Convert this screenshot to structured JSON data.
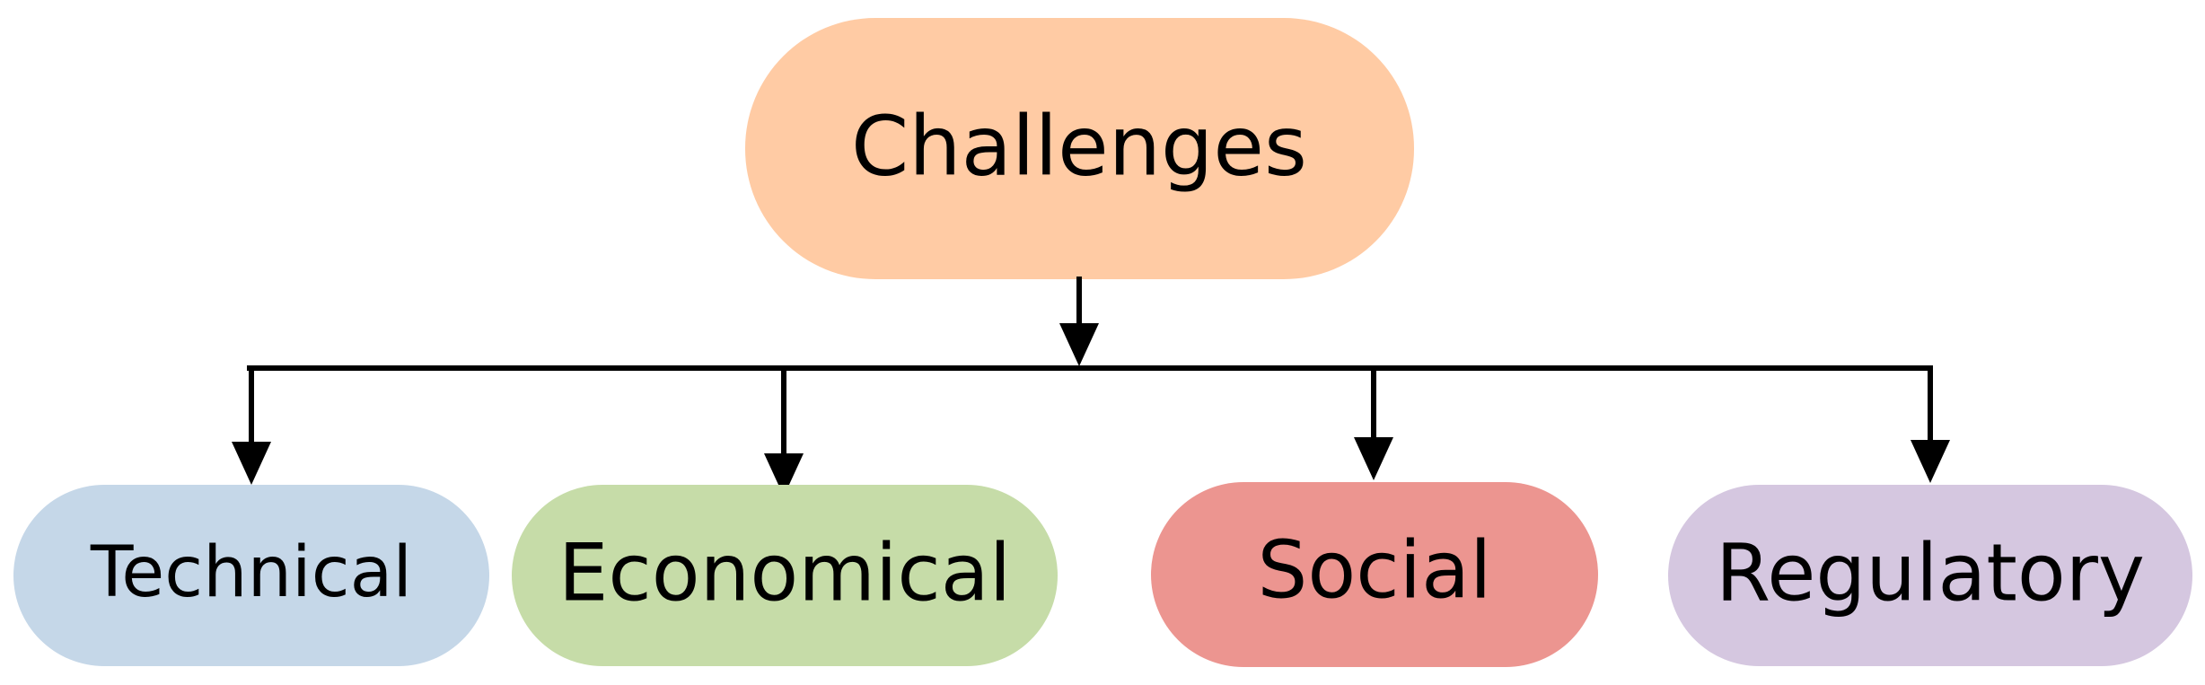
{
  "diagram": {
    "root": {
      "label": "Challenges",
      "color": "#FFCBA4"
    },
    "children": [
      {
        "label": "Technical",
        "color": "#C5D7E8"
      },
      {
        "label": "Economical",
        "color": "#C6DCA8"
      },
      {
        "label": "Social",
        "color": "#EC9590"
      },
      {
        "label": "Regulatory",
        "color": "#D5C7E0"
      }
    ]
  }
}
